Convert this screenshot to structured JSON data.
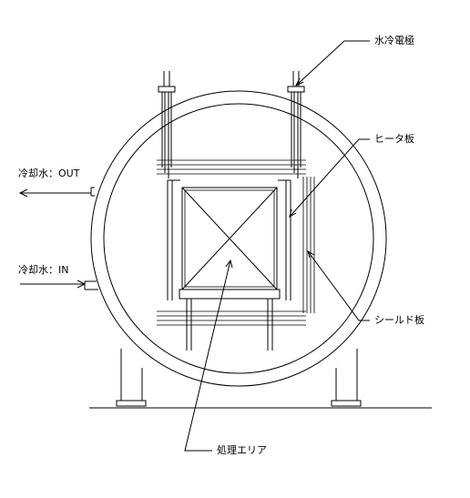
{
  "labels": {
    "electrode": "水冷電極",
    "heater": "ヒータ板",
    "cooling_out": "冷却水：OUT",
    "cooling_in": "冷却水：IN",
    "shield": "シールド板",
    "treatment_area": "処理エリア"
  }
}
